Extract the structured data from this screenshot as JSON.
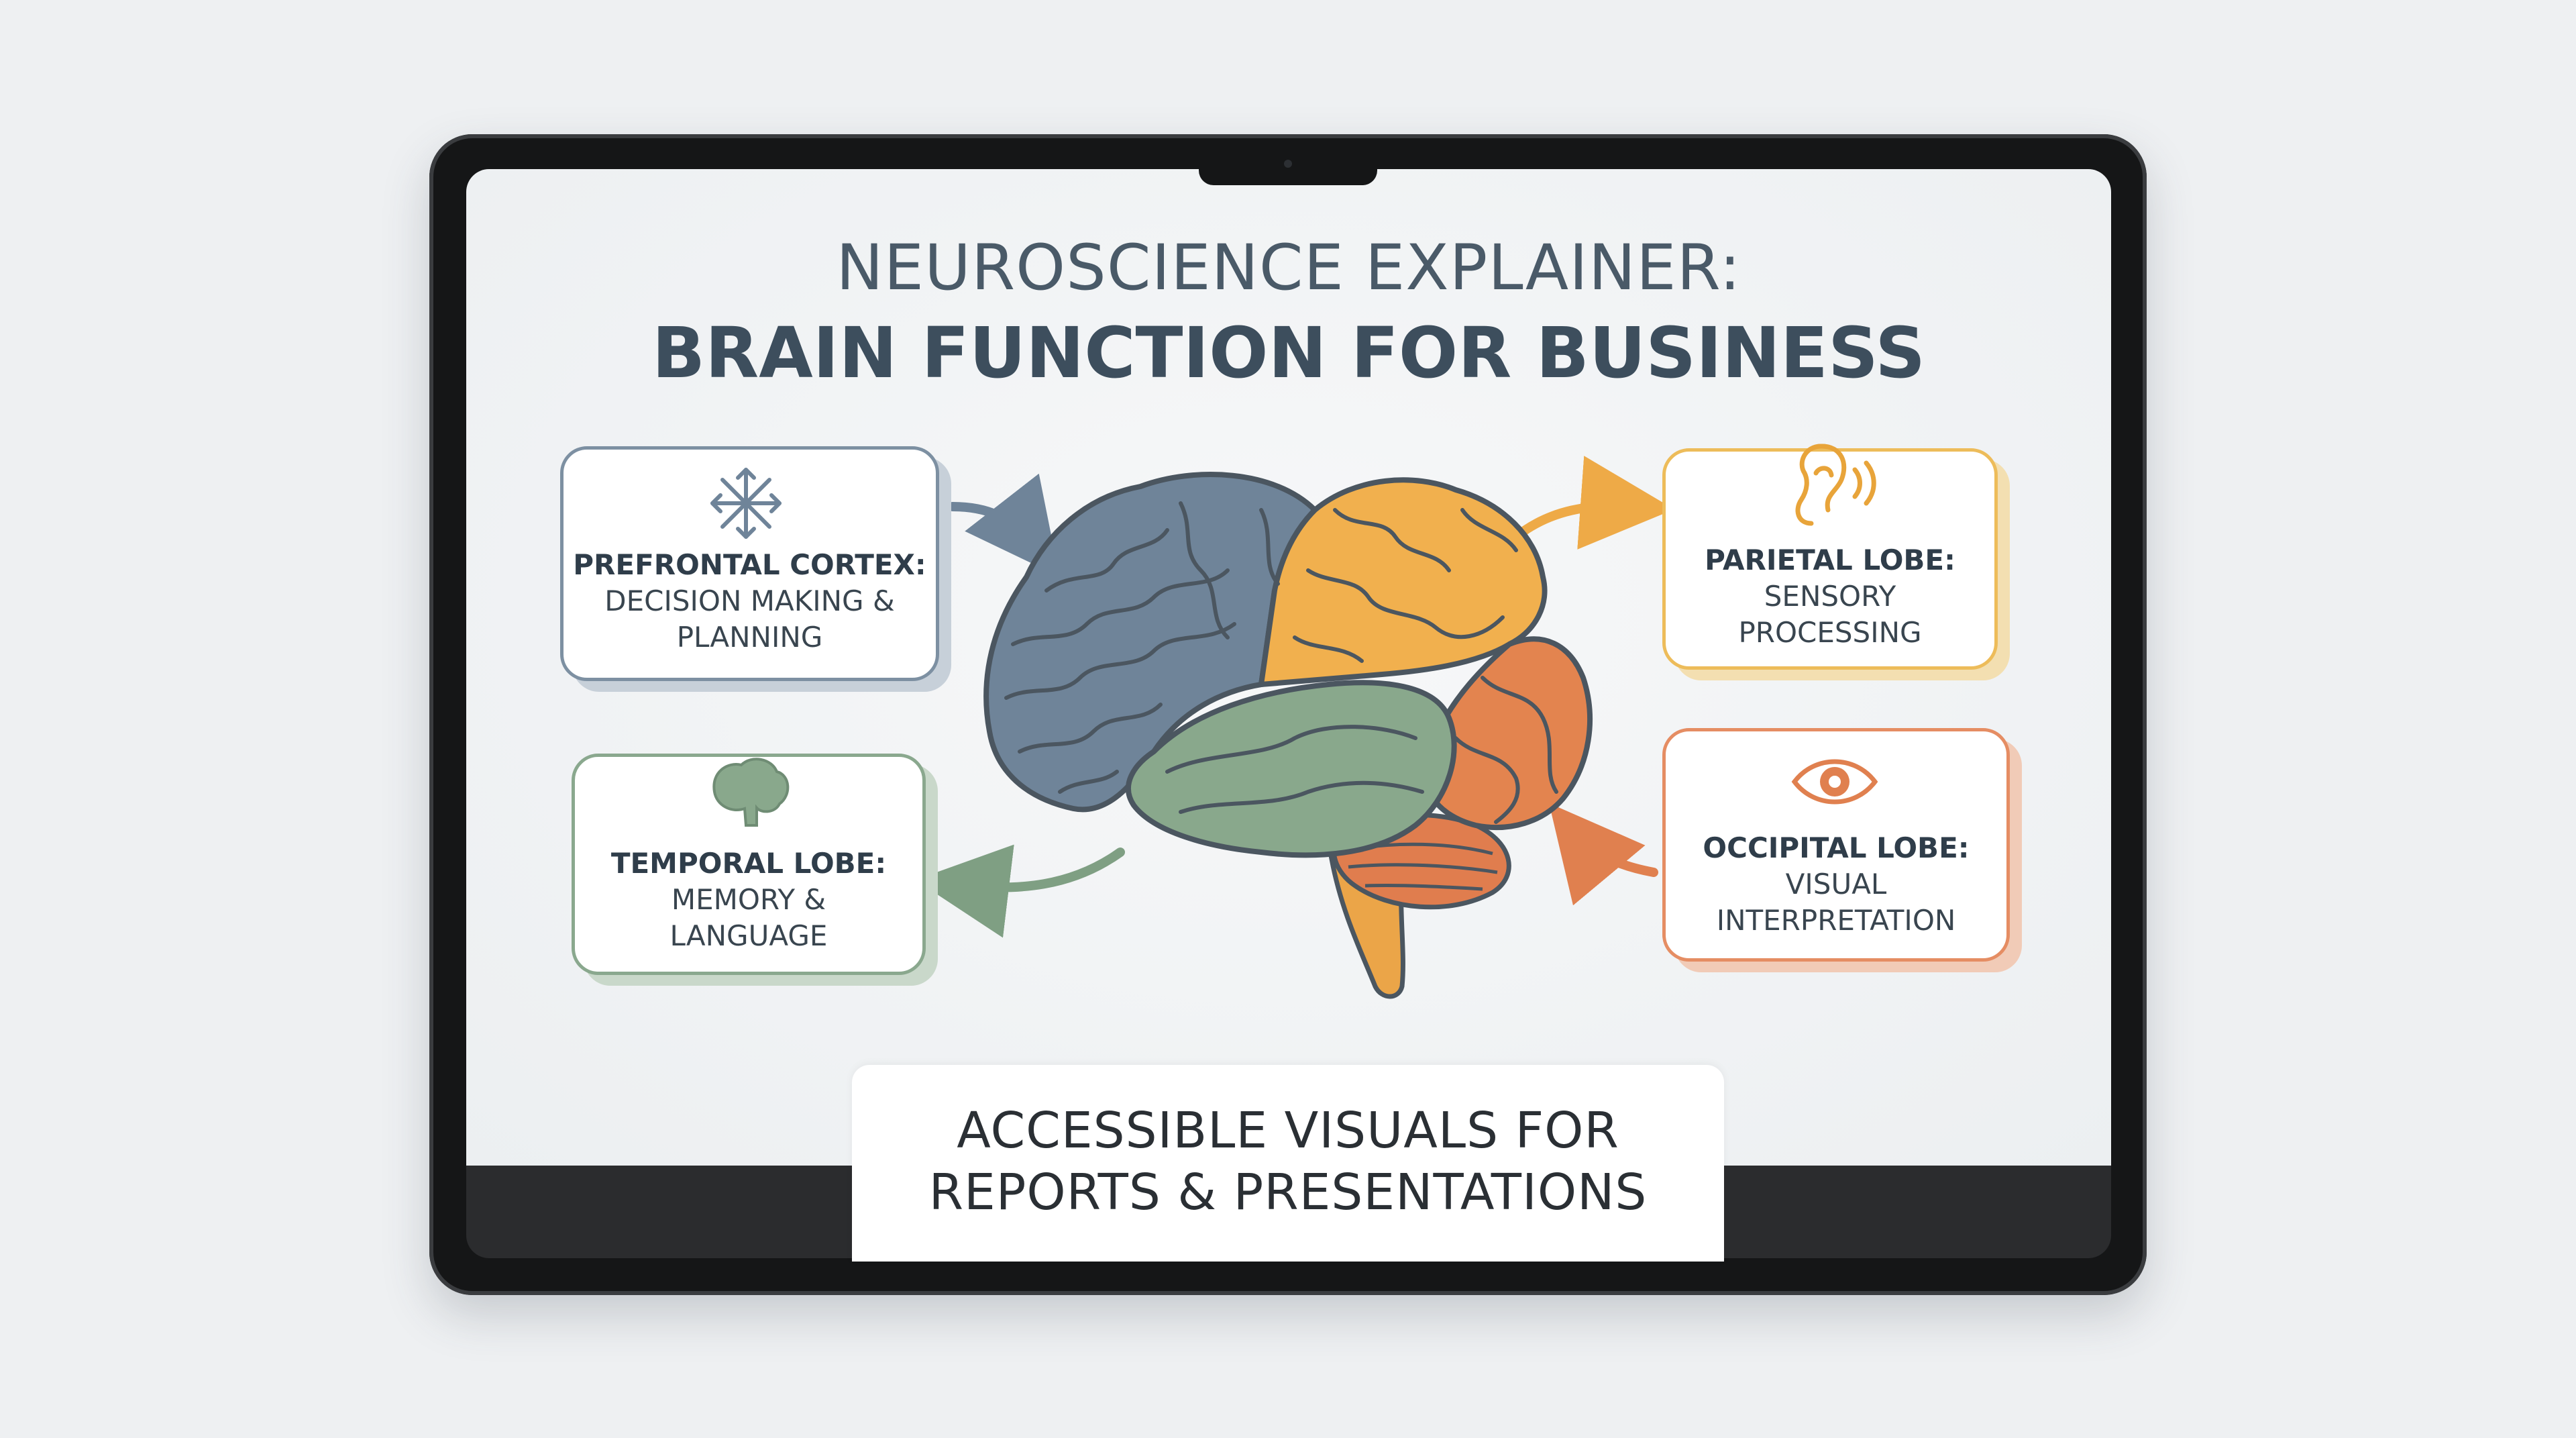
{
  "title": {
    "line1": "NEUROSCIENCE EXPLAINER:",
    "line2": "BRAIN FUNCTION FOR BUSINESS"
  },
  "cards": {
    "prefrontal": {
      "heading": "PREFRONTAL CORTEX:",
      "line1": "DECISION MAKING &",
      "line2": "PLANNING",
      "icon": "move-arrows-icon",
      "color": "#7d90a2"
    },
    "temporal": {
      "heading": "TEMPORAL LOBE:",
      "line1": "MEMORY &",
      "line2": "LANGUAGE",
      "icon": "brain-icon",
      "color": "#8aa88e"
    },
    "parietal": {
      "heading": "PARIETAL LOBE:",
      "line1": "SENSORY",
      "line2": "PROCESSING",
      "icon": "ear-sound-icon",
      "color": "#edbc5a"
    },
    "occipital": {
      "heading": "OCCIPITAL LOBE:",
      "line1": "VISUAL",
      "line2": "INTERPRETATION",
      "icon": "eye-icon",
      "color": "#e58d63"
    }
  },
  "brain_colors": {
    "frontal": "#6f8499",
    "parietal": "#f1b04e",
    "occipital": "#e3844f",
    "temporal": "#89a88c",
    "cerebellum": "#e07d4e",
    "stem": "#eba548"
  },
  "caption": {
    "line1": "ACCESSIBLE VISUALS FOR",
    "line2": "REPORTS & PRESENTATIONS"
  }
}
